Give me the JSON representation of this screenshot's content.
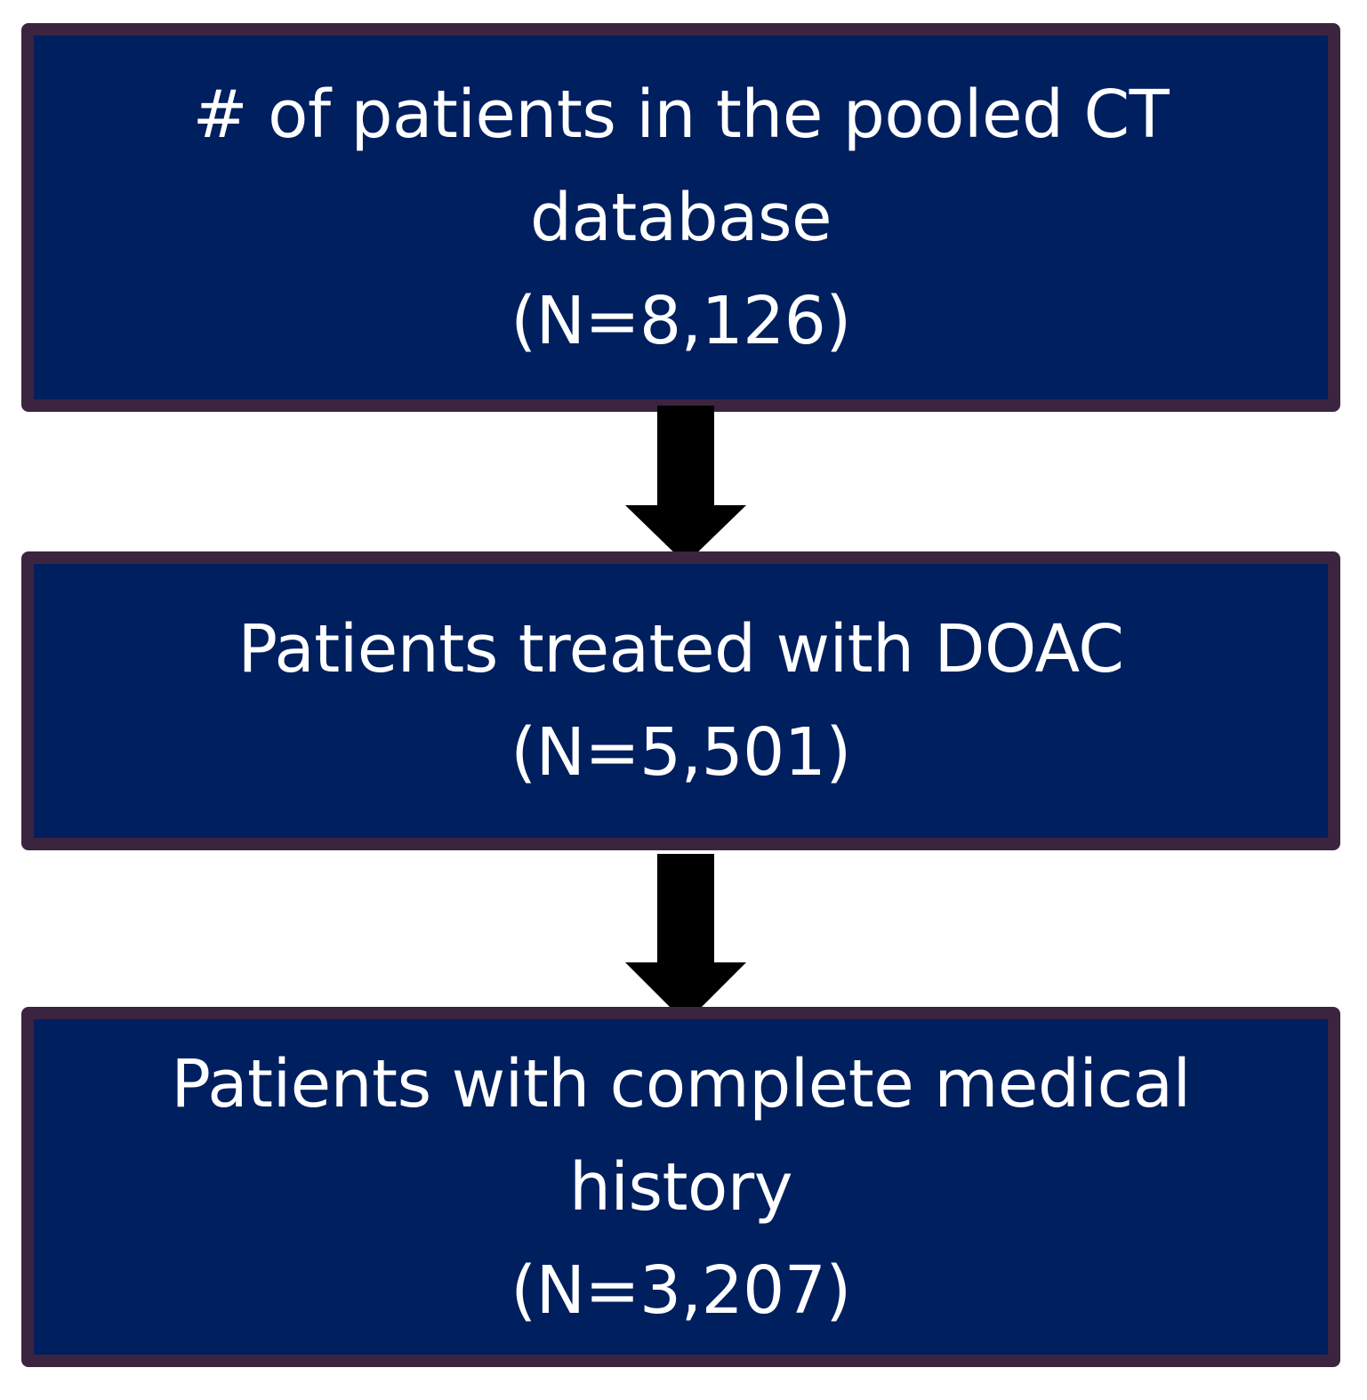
{
  "flowchart": {
    "steps": [
      {
        "lines": [
          "# of patients in the pooled CT",
          "database",
          "(N=8,126)"
        ],
        "count": 8126
      },
      {
        "lines": [
          "Patients treated with DOAC",
          "(N=5,501)"
        ],
        "count": 5501
      },
      {
        "lines": [
          "Patients with complete medical",
          "history",
          "(N=3,207)"
        ],
        "count": 3207
      }
    ],
    "colors": {
      "box_fill": "#001f5f",
      "box_border": "#3b2440",
      "text": "#ffffff",
      "arrow": "#000000"
    }
  }
}
